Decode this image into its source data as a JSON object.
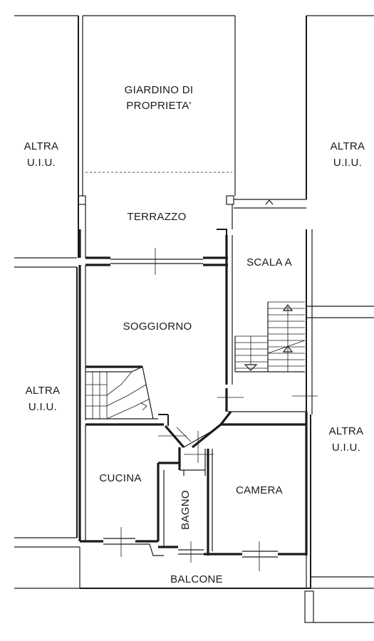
{
  "labels": {
    "garden_line1": "GIARDINO DI",
    "garden_line2": "PROPRIETA'",
    "terrace": "TERRAZZO",
    "stair": "SCALA A",
    "living": "SOGGIORNO",
    "kitchen": "CUCINA",
    "bath": "BAGNO",
    "bedroom": "CAMERA",
    "balcony": "BALCONE",
    "other_unit_line1": "ALTRA",
    "other_unit_line2": "U.I.U."
  }
}
